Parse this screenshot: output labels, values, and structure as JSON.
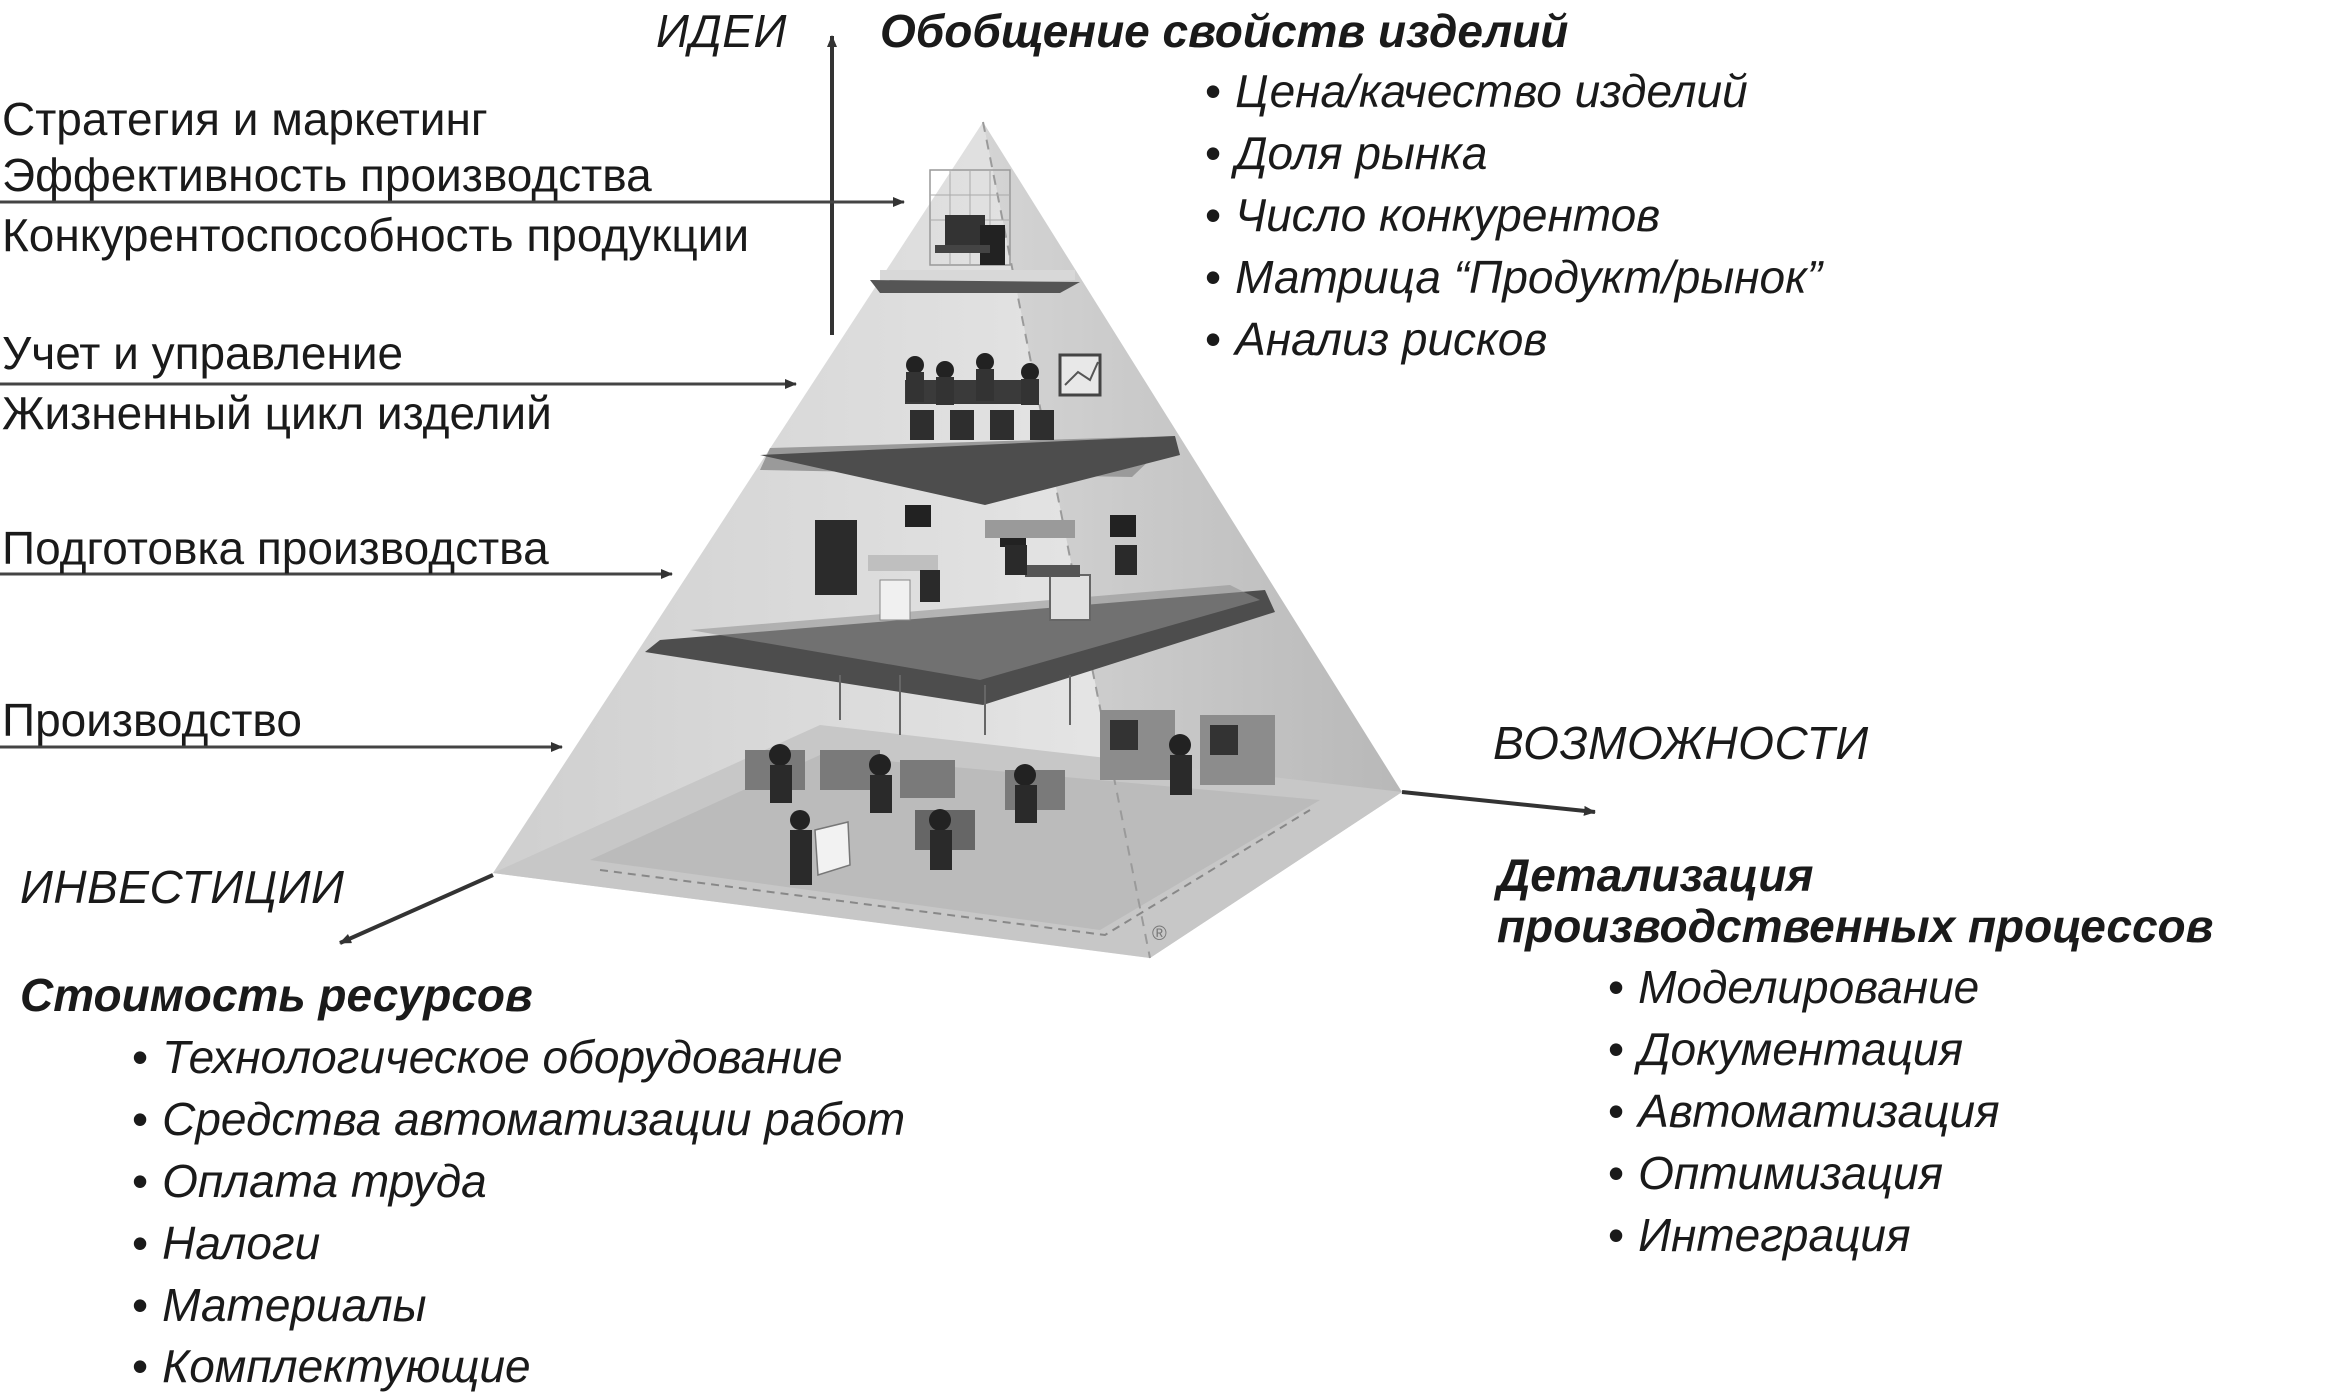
{
  "axes": {
    "ideas": "ИДЕИ",
    "investments": "ИНВЕСТИЦИИ",
    "opportunities": "ВОЗМОЖНОСТИ"
  },
  "levels": {
    "top": [
      "Стратегия и маркетинг",
      "Эффективность производства",
      "Конкурентоспособность продукции"
    ],
    "management": [
      "Учет и управление",
      "Жизненный цикл изделий"
    ],
    "preparation": [
      "Подготовка производства"
    ],
    "production": [
      "Производство"
    ]
  },
  "ideas_block": {
    "title": "Обобщение свойств изделий",
    "items": [
      "Цена/качество изделий",
      "Доля рынка",
      "Число конкурентов",
      "Матрица “Продукт/рынок”",
      "Анализ рисков"
    ]
  },
  "investments_block": {
    "title": "Стоимость ресурсов",
    "items": [
      "Технологическое оборудование",
      "Средства автоматизации работ",
      "Оплата труда",
      "Налоги",
      "Материалы",
      "Комплектующие"
    ]
  },
  "opportunities_block": {
    "title_line1": "Детализация",
    "title_line2": "производственных процессов",
    "items": [
      "Моделирование",
      "Документация",
      "Автоматизация",
      "Оптимизация",
      "Интеграция"
    ]
  },
  "registered_mark": "®",
  "colors": {
    "ink": "#1a1a1a",
    "arrow": "#444444",
    "slab": "#4d4d4d",
    "glass": "#d9d9d9"
  }
}
